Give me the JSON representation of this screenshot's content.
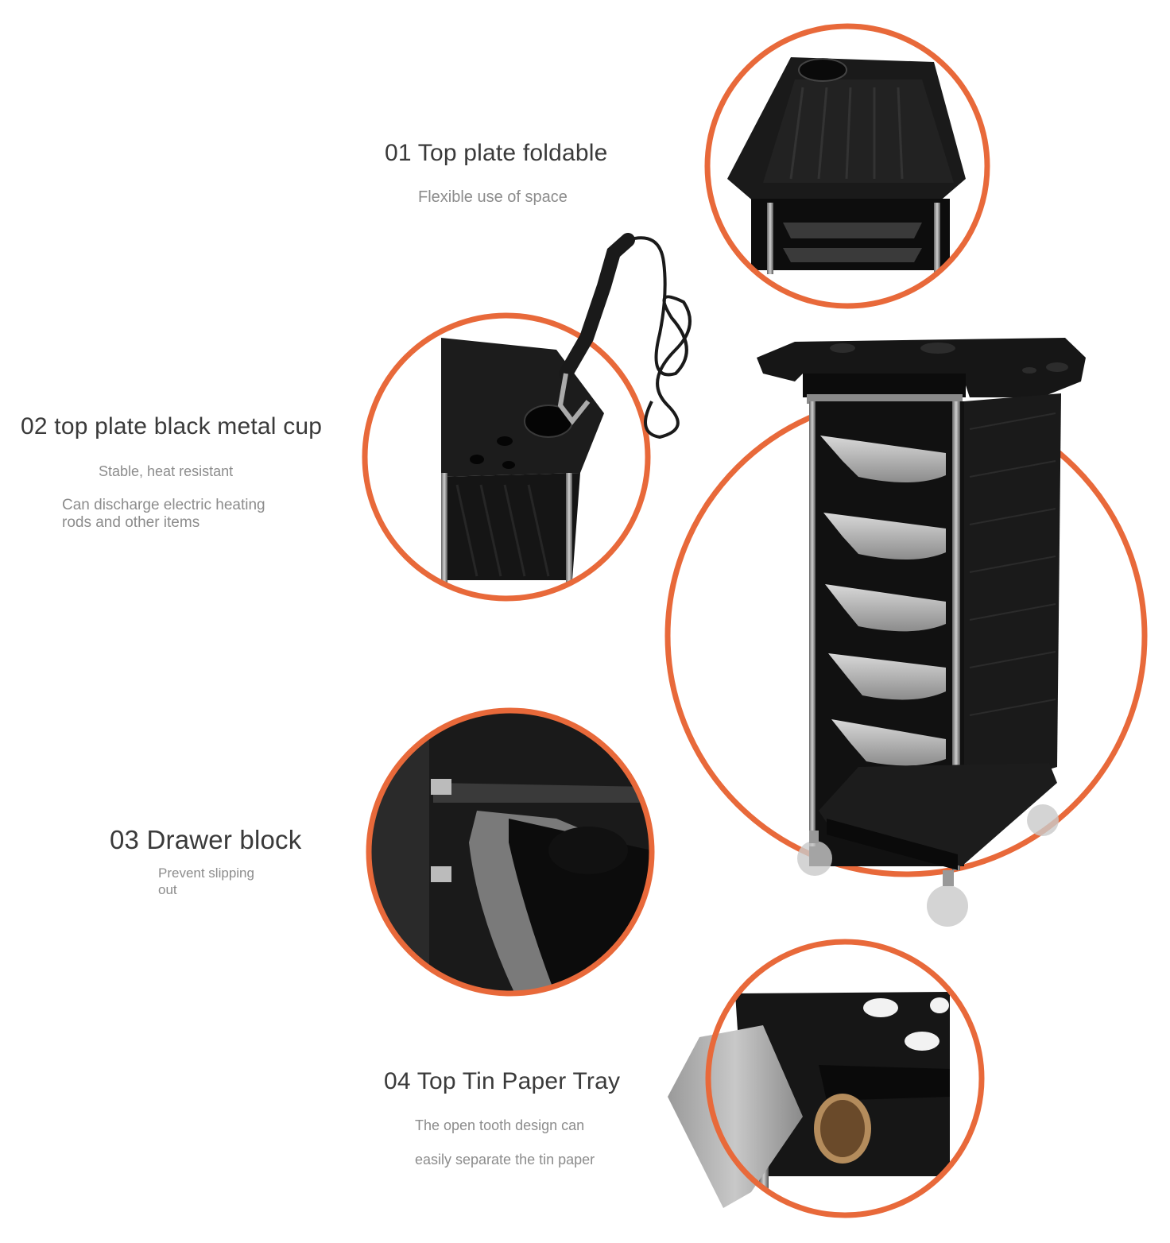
{
  "features": [
    {
      "title": "01 Top plate foldable",
      "subtitle": "Flexible use of space"
    },
    {
      "title": "02 top plate black metal cup",
      "subtitle": "Stable, heat resistant",
      "detail": "Can discharge electric heating rods and other items"
    },
    {
      "title": "03 Drawer block",
      "subtitle": "Prevent slipping out"
    },
    {
      "title": "04 Top Tin Paper Tray",
      "subtitle_line1": "The open tooth design can",
      "subtitle_line2": "easily separate the tin paper"
    }
  ],
  "colors": {
    "accent": "#e8693a",
    "title": "#3a3a3a",
    "subtitle": "#8c8c8c",
    "product": "#141414"
  }
}
